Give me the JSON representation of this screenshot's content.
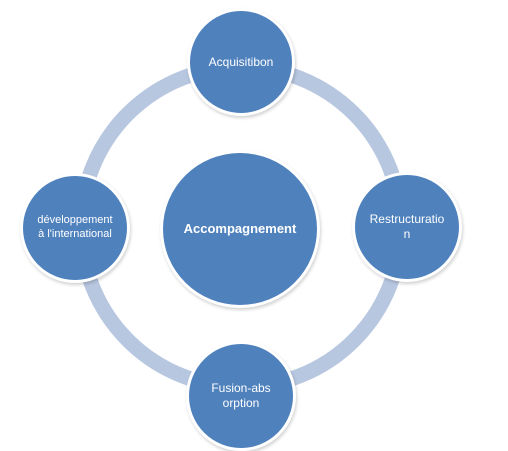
{
  "diagram": {
    "center_label": "Accompagnement",
    "nodes": [
      {
        "id": "top",
        "label": "Acquisitibon"
      },
      {
        "id": "right",
        "label": "Restructuration"
      },
      {
        "id": "bottom",
        "label": "Fusion-absorption"
      },
      {
        "id": "left",
        "label": "développement à l'international"
      }
    ]
  },
  "colors": {
    "node_fill": "#4f81bd",
    "ring": "#b8c7e0",
    "node_border": "#ffffff"
  }
}
